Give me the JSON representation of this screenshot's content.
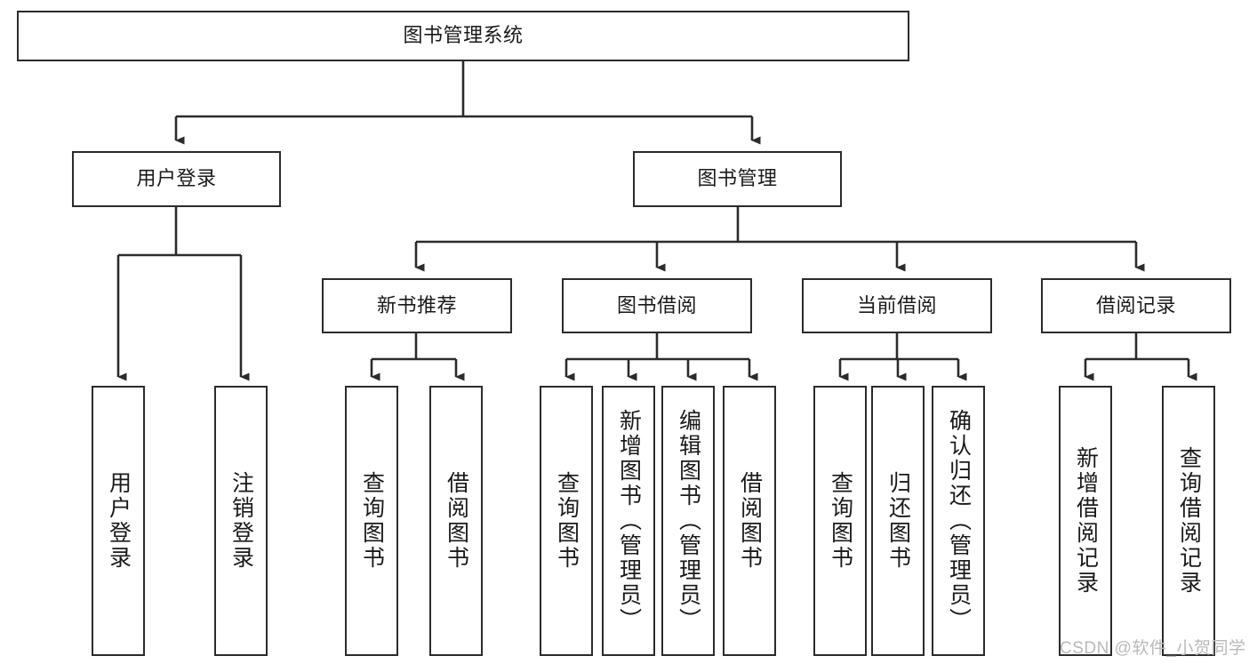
{
  "diagram": {
    "type": "tree",
    "title": "图书管理系统",
    "orientation": "top-down",
    "edge_color": "#2b2b2b",
    "box_border_color": "#2b2b2b",
    "box_fill_color": "#ffffff",
    "text_color": "#1a1a1a",
    "levels": 4
  },
  "nodes": {
    "root": {
      "label": "图书管理系统"
    },
    "level2": [
      {
        "label": "用户登录"
      },
      {
        "label": "图书管理"
      }
    ],
    "level3": [
      {
        "label": "新书推荐"
      },
      {
        "label": "图书借阅"
      },
      {
        "label": "当前借阅"
      },
      {
        "label": "借阅记录"
      }
    ],
    "leaves_user_login": [
      {
        "label": "用户登录"
      },
      {
        "label": "注销登录"
      }
    ],
    "leaves_new_book": [
      {
        "label": "查询图书"
      },
      {
        "label": "借阅图书"
      }
    ],
    "leaves_borrow": [
      {
        "label": "查询图书"
      },
      {
        "label": "新增图书（管理员）"
      },
      {
        "label": "编辑图书（管理员）"
      },
      {
        "label": "借阅图书"
      }
    ],
    "leaves_current": [
      {
        "label": "查询图书"
      },
      {
        "label": "归还图书"
      },
      {
        "label": "确认归还（管理员）"
      }
    ],
    "leaves_records": [
      {
        "label": "新增借阅记录"
      },
      {
        "label": "查询借阅记录"
      }
    ]
  },
  "watermark": {
    "text": "CSDN @软件_小贺同学"
  }
}
